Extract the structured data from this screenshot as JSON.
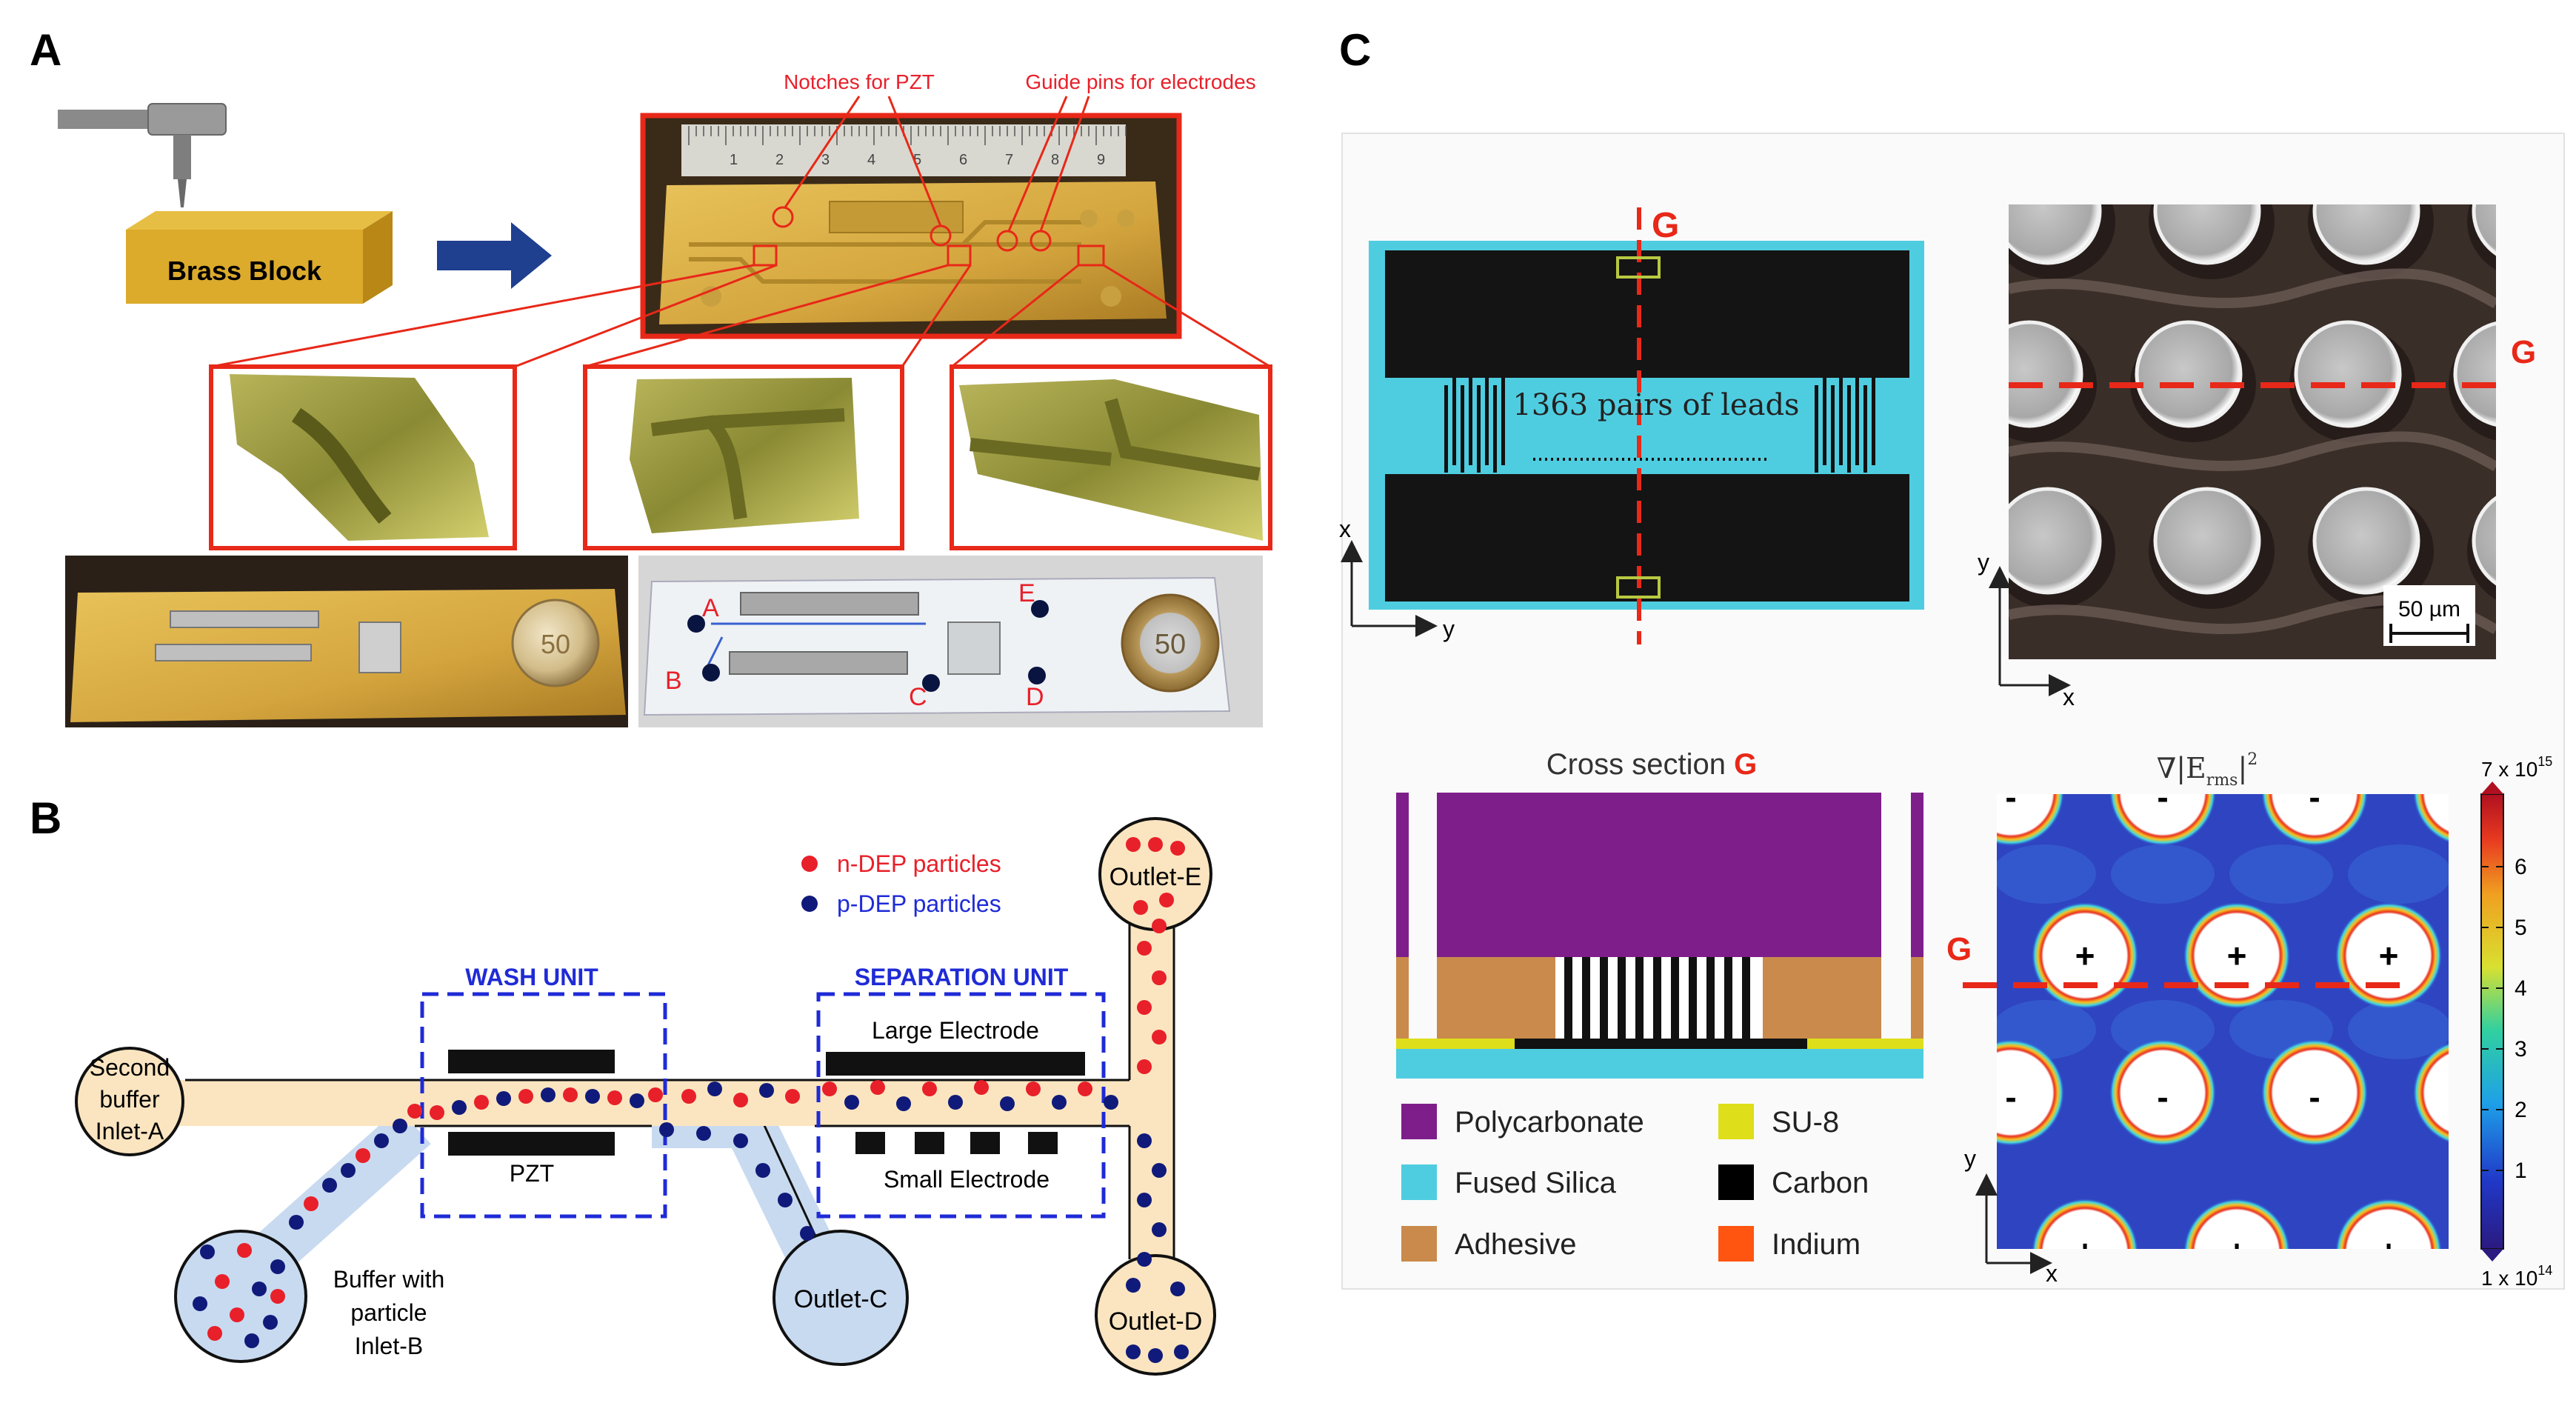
{
  "panel_labels": {
    "a": "A",
    "b": "B",
    "c": "C"
  },
  "panel_a": {
    "brass_block": "Brass Block",
    "notches_label": "Notches for PZT",
    "guide_pins_label": "Guide pins for electrodes",
    "ruler_numbers": [
      "1",
      "2",
      "3",
      "4",
      "5",
      "6",
      "7",
      "8",
      "9"
    ],
    "coin_value": "50",
    "port_labels": [
      "A",
      "B",
      "C",
      "D",
      "E"
    ]
  },
  "panel_b": {
    "legend_n": "n-DEP particles",
    "legend_p": "p-DEP particles",
    "wash_unit": "WASH UNIT",
    "separation_unit": "SEPARATION UNIT",
    "large_electrode": "Large Electrode",
    "small_electrode": "Small Electrode",
    "pzt": "PZT",
    "inlet_a": [
      "Second",
      "buffer",
      "Inlet-A"
    ],
    "inlet_b": [
      "Buffer with",
      "particle",
      "Inlet-B"
    ],
    "outlet_c": "Outlet-C",
    "outlet_d": "Outlet-D",
    "outlet_e": "Outlet-E"
  },
  "panel_c": {
    "g": "G",
    "leads_text": "1363 pairs of leads",
    "axis_x": "x",
    "axis_y": "y",
    "scale_bar": "50 µm",
    "cross_section_title": "Cross section ",
    "gradient_title": "∇|E",
    "gradient_sub": "rms",
    "gradient_sup": "2",
    "colorbar_max": "7 x 10",
    "colorbar_max_exp": "15",
    "colorbar_min": "1 x 10",
    "colorbar_min_exp": "14",
    "colorbar_ticks": [
      "6",
      "5",
      "4",
      "3",
      "2",
      "1"
    ],
    "plus": "+",
    "minus": "-",
    "legend": [
      {
        "label": "Polycarbonate",
        "color": "#7e1e8a"
      },
      {
        "label": "SU-8",
        "color": "#dede1a"
      },
      {
        "label": "Fused Silica",
        "color": "#4fcde0"
      },
      {
        "label": "Carbon",
        "color": "#000000"
      },
      {
        "label": "Adhesive",
        "color": "#c98a4c"
      },
      {
        "label": "Indium",
        "color": "#ff5510"
      }
    ]
  },
  "colors": {
    "red_accent": "#e8202a",
    "blue_dash": "#1f2bd6",
    "channel_fill": "#fbe5c0",
    "outlet_blue": "#c8daf0",
    "dark_blue_particle": "#101a7a",
    "brass": "#d9a72a"
  }
}
